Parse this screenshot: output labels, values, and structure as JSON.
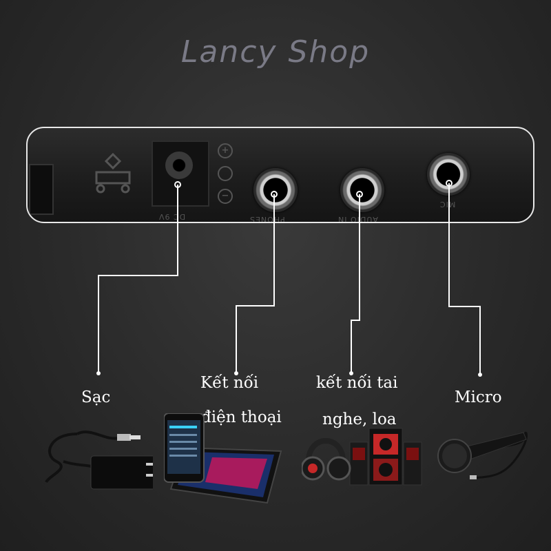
{
  "brand": {
    "name": "Lancy Shop"
  },
  "panel": {
    "port_labels": [
      "DC 9V",
      "PHONES",
      "AUDIO IN",
      "MIC"
    ],
    "polarity_symbols": [
      "+",
      "−"
    ]
  },
  "callouts": [
    {
      "id": "charge",
      "lines": [
        "Sạc"
      ]
    },
    {
      "id": "phone",
      "lines": [
        "Kết nối",
        "điện thoại"
      ]
    },
    {
      "id": "headphones",
      "lines": [
        "kết nối tai",
        "nghe, loa"
      ]
    },
    {
      "id": "mic",
      "lines": [
        "Micro"
      ]
    }
  ],
  "colors": {
    "background": "#2a2a2a",
    "line": "#ffffff",
    "brand": "#7a7a86"
  }
}
